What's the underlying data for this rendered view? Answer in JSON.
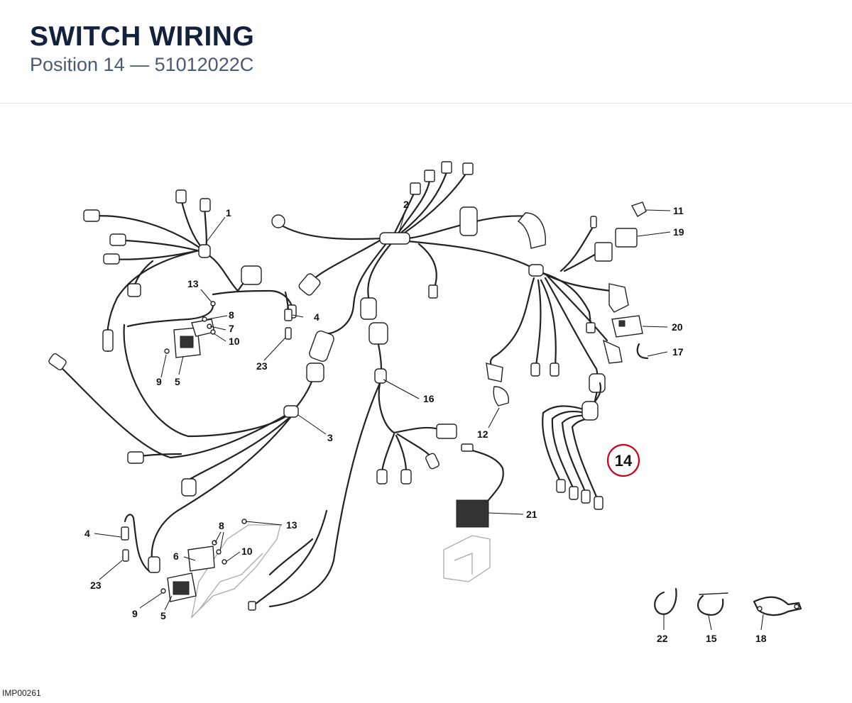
{
  "header": {
    "title": "SWITCH WIRING",
    "subtitle": "Position 14 — 51012022C"
  },
  "diagram": {
    "highlight_color": "#d0021b",
    "highlight_label": "14",
    "callouts": [
      {
        "id": "c1",
        "label": "1"
      },
      {
        "id": "c2",
        "label": "2"
      },
      {
        "id": "c3",
        "label": "3"
      },
      {
        "id": "c4a",
        "label": "4"
      },
      {
        "id": "c4b",
        "label": "4"
      },
      {
        "id": "c5a",
        "label": "5"
      },
      {
        "id": "c5b",
        "label": "5"
      },
      {
        "id": "c6",
        "label": "6"
      },
      {
        "id": "c7",
        "label": "7"
      },
      {
        "id": "c8a",
        "label": "8"
      },
      {
        "id": "c8b",
        "label": "8"
      },
      {
        "id": "c9a",
        "label": "9"
      },
      {
        "id": "c9b",
        "label": "9"
      },
      {
        "id": "c10a",
        "label": "10"
      },
      {
        "id": "c10b",
        "label": "10"
      },
      {
        "id": "c11",
        "label": "11"
      },
      {
        "id": "c12",
        "label": "12"
      },
      {
        "id": "c13a",
        "label": "13"
      },
      {
        "id": "c13b",
        "label": "13"
      },
      {
        "id": "c15",
        "label": "15"
      },
      {
        "id": "c16",
        "label": "16"
      },
      {
        "id": "c17",
        "label": "17"
      },
      {
        "id": "c18",
        "label": "18"
      },
      {
        "id": "c19",
        "label": "19"
      },
      {
        "id": "c20",
        "label": "20"
      },
      {
        "id": "c21",
        "label": "21"
      },
      {
        "id": "c22",
        "label": "22"
      },
      {
        "id": "c23a",
        "label": "23"
      },
      {
        "id": "c23b",
        "label": "23"
      }
    ]
  },
  "footer": {
    "image_code": "IMP00261"
  }
}
